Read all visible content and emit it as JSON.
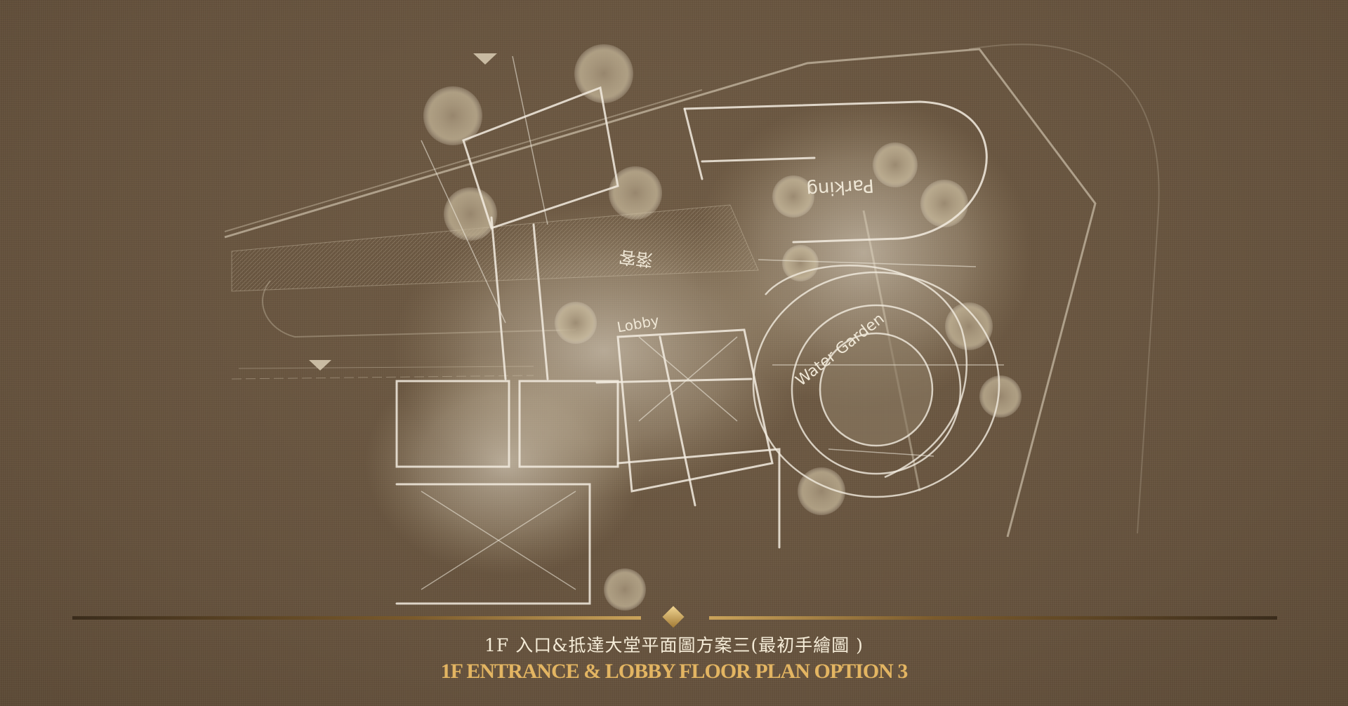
{
  "caption": {
    "chinese": "1F  入口&抵達大堂平面圖方案三(最初手繪圖 )",
    "english": "1F   ENTRANCE & LOBBY FLOOR PLAN OPTION  3"
  },
  "sketch_labels": {
    "parking": "Parking",
    "water_garden": "Water Garden",
    "lobby": "Lobby",
    "drop_off": "落客"
  },
  "colors": {
    "background": "#6b5842",
    "sketch_line": "#f3ece0",
    "accent_gold": "#e3b562",
    "divider_gold": "#c9a25a"
  }
}
